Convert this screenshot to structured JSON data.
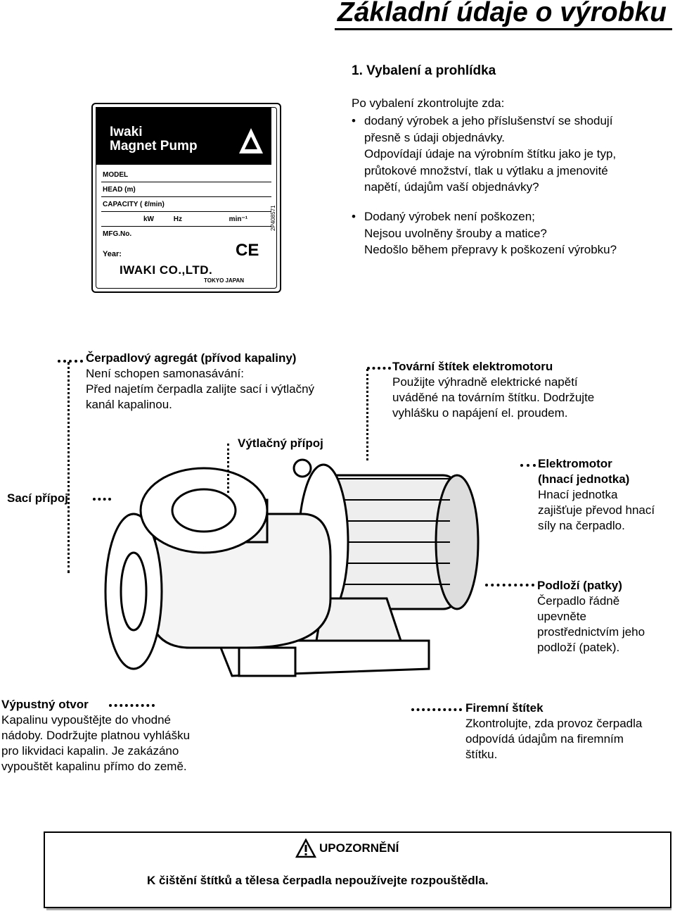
{
  "page": {
    "title": "Základní údaje o výrobku",
    "section_heading": "1. Vybalení a prohlídka"
  },
  "checklist": {
    "intro": "Po vybalení zkontrolujte zda:",
    "bullet1": [
      "dodaný výrobek a jeho příslušenství se shodují",
      "přesně s údaji objednávky.",
      "Odpovídají údaje na výrobním štítku jako je typ,",
      "průtokové množství, tlak u výtlaku a jmenovité",
      "napětí, údajům vaší objednávky?"
    ],
    "bullet2": [
      "Dodaný výrobek není poškozen;",
      "Nejsou uvolněny šrouby a matice?",
      "Nedošlo během přepravy k poškození výrobku?"
    ]
  },
  "nameplate": {
    "brand_line1": "Iwaki",
    "brand_line2": "Magnet Pump",
    "rows": [
      "MODEL",
      "HEAD (m)",
      "CAPACITY ( ℓ/min)",
      "kW          Hz                        min⁻¹",
      "MFG.No."
    ],
    "year": "Year:",
    "company": "IWAKI CO.,LTD.",
    "location": "TOKYO JAPAN",
    "mark": "CE",
    "code": "2P408571"
  },
  "callouts": {
    "pump_unit": {
      "heading": "Čerpadlový agregát (přívod kapaliny)",
      "lines": [
        "Není schopen samonasávání:",
        "Před najetím čerpadla zalijte sací i výtlačný",
        "kanál kapalinou."
      ]
    },
    "motor_plate": {
      "heading": "Tovární štítek elektromotoru",
      "lines": [
        "Použijte výhradně elektrické napětí",
        "uváděné na továrním štítku. Dodržujte",
        "vyhlášku o napájení el. proudem."
      ]
    },
    "discharge": {
      "heading": "Výtlačný přípoj"
    },
    "suction": {
      "heading": "Sací přípoj"
    },
    "motor": {
      "heading1": "Elektromotor",
      "heading2": "(hnací jednotka)",
      "lines": [
        "Hnací jednotka",
        "zajišťuje převod hnací",
        "síly na čerpadlo."
      ]
    },
    "base": {
      "heading": "Podloží (patky)",
      "lines": [
        "Čerpadlo řádně",
        "upevněte",
        "prostřednictvím jeho",
        "podloží (patek)."
      ]
    },
    "drain": {
      "heading": "Výpustný otvor",
      "lines": [
        "Kapalinu vypouštějte do vhodné",
        "nádoby. Dodržujte platnou vyhlášku",
        "pro likvidaci kapalin. Je zakázáno",
        "vypouštět kapalinu přímo do země."
      ]
    },
    "company_plate": {
      "heading": "Firemní štítek",
      "lines": [
        "Zkontrolujte, zda provoz čerpadla",
        "odpovídá údajům na firemním",
        "štítku."
      ]
    }
  },
  "warning": {
    "title": "UPOZORNĚNÍ",
    "text": "K čištění štítků a tělesa čerpadla nepoužívejte rozpouštědla."
  }
}
